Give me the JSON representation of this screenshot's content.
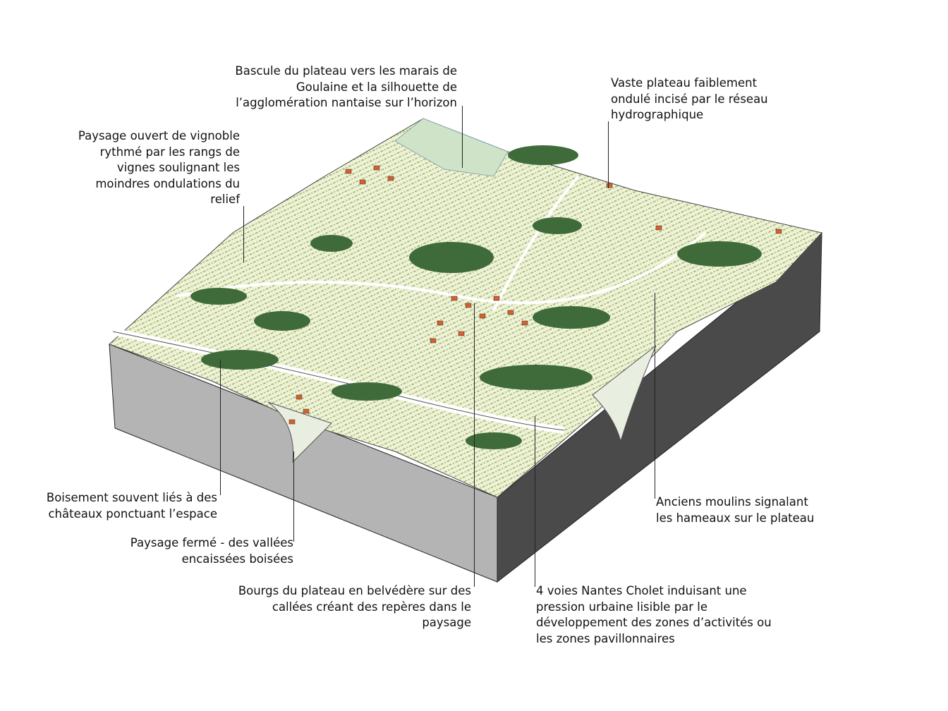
{
  "annotations": {
    "bascule": [
      "Bascule du plateau vers les marais de",
      "Goulaine et la silhouette de",
      "l’agglomération nantaise sur l’horizon"
    ],
    "vaste_plateau": [
      "Vaste plateau faiblement",
      "ondulé incisé par le réseau",
      "hydrographique"
    ],
    "paysage_ouvert": [
      "Paysage ouvert de vignoble",
      "rythmé par les rangs de",
      "vignes soulignant les",
      "moindres ondulations du",
      "relief"
    ],
    "boisement": [
      "Boisement souvent liés à des",
      "châteaux ponctuant l’espace"
    ],
    "paysage_ferme": [
      "Paysage fermé - des vallées",
      "encaissées boisées"
    ],
    "bourgs": [
      "Bourgs du plateau en belvédère sur des",
      "callées créant des repères dans le",
      "paysage"
    ],
    "voies": [
      "4 voies Nantes Cholet induisant une",
      "pression urbaine lisible par le",
      "développement des zones d’activités ou",
      "les zones pavillonnaires"
    ],
    "moulins": [
      "Anciens moulins signalant",
      "les hameaux sur le plateau"
    ]
  },
  "colors": {
    "left_face": "#b4b4b4",
    "right_face": "#4a4a4a",
    "vineyard": "#e4ebc4",
    "woods": "#3f6b3a",
    "roofs": "#d8602a"
  }
}
